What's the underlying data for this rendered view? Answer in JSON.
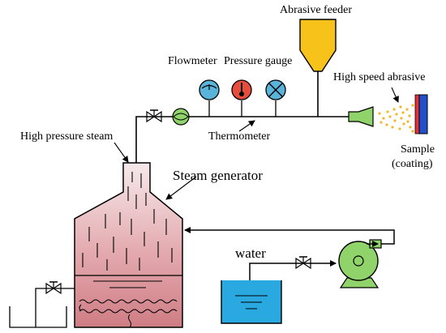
{
  "labels": {
    "abrasive_feeder": "Abrasive feeder",
    "flowmeter": "Flowmeter",
    "pressure_gauge": "Pressure gauge",
    "high_speed_abrasive": "High speed abrasive",
    "thermometer": "Thermometer",
    "high_pressure_steam": "High pressure steam",
    "steam_generator": "Steam generator",
    "sample_line1": "Sample",
    "sample_line2": "(coating)",
    "water": "water"
  },
  "colors": {
    "feeder": "#f7c21a",
    "flowmeter": "#5ab4d9",
    "thermometer": "#e74c3c",
    "pressure_gauge": "#5ab4d9",
    "valve_nozzle": "#8fd36a",
    "pump": "#8fd36a",
    "generator_top": "#f6e7e8",
    "generator_bottom": "#cf7f85",
    "water": "#2aa8e0",
    "sample": "#2250c8",
    "sample_coating": "#e0303a",
    "abrasive_particles": "#f2b72a"
  }
}
